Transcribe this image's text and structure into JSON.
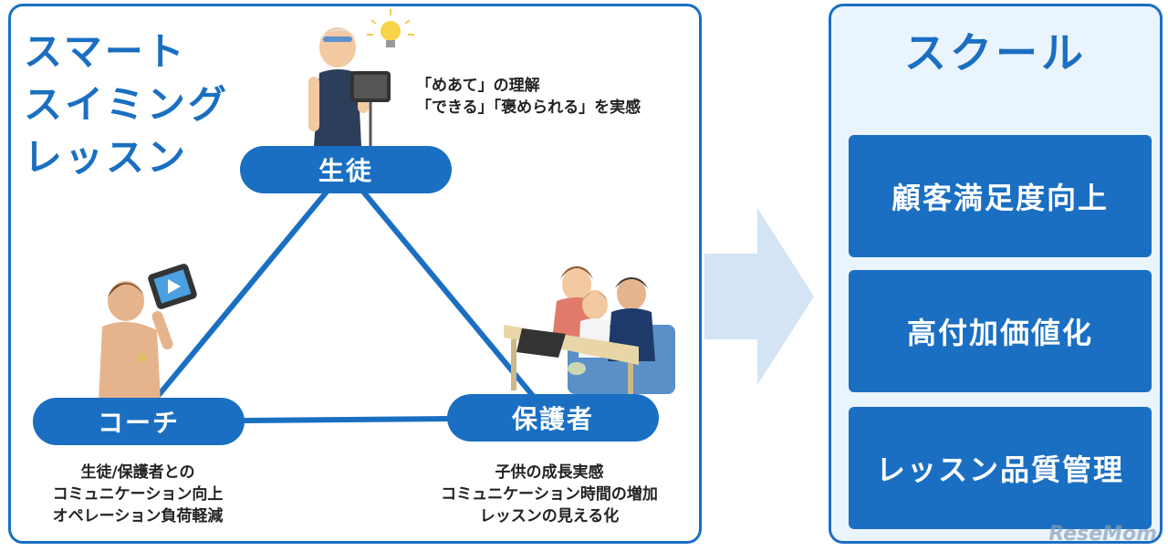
{
  "lesson": {
    "title_lines": [
      "スマート",
      "スイミング",
      "レッスン"
    ],
    "nodes": {
      "student": "生徒",
      "coach": "コーチ",
      "guardian": "保護者"
    },
    "captions": {
      "student": [
        "「めあて」の理解",
        "「できる」「褒められる」を実感"
      ],
      "coach": [
        "生徒/保護者との",
        "コミュニケーション向上",
        "オペレーション負荷軽減"
      ],
      "guardian": [
        "子供の成長実感",
        "コミュニケーション時間の増加",
        "レッスンの見える化"
      ]
    }
  },
  "school": {
    "title": "スクール",
    "items": [
      "顧客満足度向上",
      "高付加価値化",
      "レッスン品質管理"
    ]
  },
  "watermark": "ReseMom",
  "colors": {
    "accent": "#1a6fc2",
    "panel_bg": "#eaf4fc",
    "arrow": "#d4e4f4"
  }
}
